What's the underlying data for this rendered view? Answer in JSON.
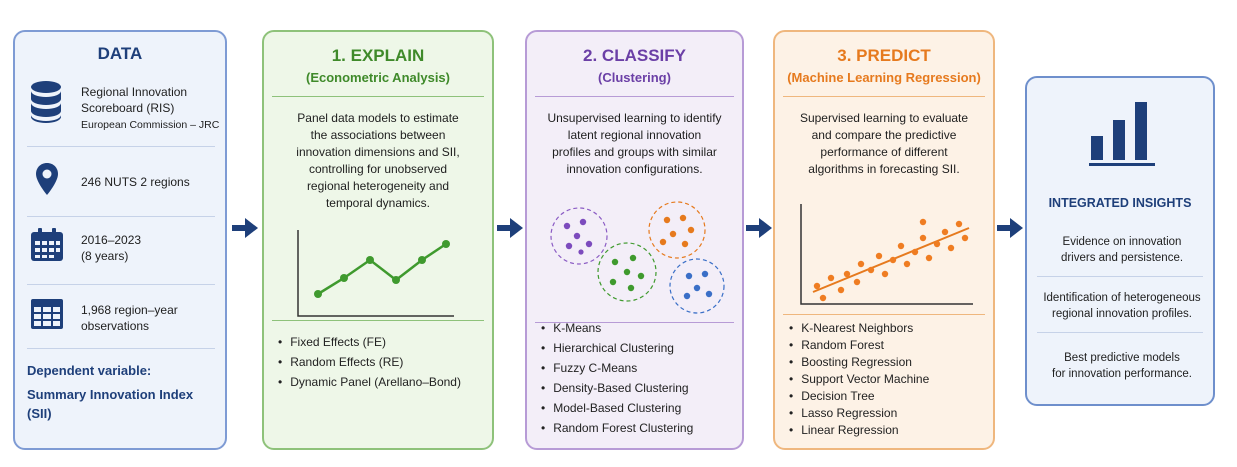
{
  "colors": {
    "data_title": "#1e3f7a",
    "explain": "#3f8a2a",
    "classify": "#6b3fa6",
    "predict": "#e67a1e",
    "insights": "#1e3f7a",
    "arrow": "#1e3f7a"
  },
  "data": {
    "title": "DATA",
    "source_line1": "Regional Innovation",
    "source_line2": "Scoreboard (RIS)",
    "source_org": "European Commission – JRC",
    "regions": "246 NUTS 2 regions",
    "years_line1": "2016–2023",
    "years_line2": "(8 years)",
    "obs_line1": "1,968 region–year",
    "obs_line2": "observations",
    "dep_label": "Dependent variable:",
    "dep_line1": "Summary Innovation Index",
    "dep_line2": "(SII)",
    "icons": [
      "database-icon",
      "location-pin-icon",
      "calendar-icon",
      "table-icon"
    ]
  },
  "explain": {
    "title": "1. EXPLAIN",
    "subtitle": "(Econometric Analysis)",
    "description": [
      "Panel data models to estimate",
      "the associations between",
      "innovation dimensions and SII,",
      "controlling for unobserved",
      "regional heterogeneity and",
      "temporal dynamics."
    ],
    "methods": [
      "Fixed Effects (FE)",
      "Random Effects (RE)",
      "Dynamic Panel (Arellano–Bond)"
    ]
  },
  "classify": {
    "title": "2. CLASSIFY",
    "subtitle": "(Clustering)",
    "description": [
      "Unsupervised learning to identify",
      "latent regional innovation",
      "profiles and groups with similar",
      "innovation configurations."
    ],
    "methods": [
      "K-Means",
      "Hierarchical Clustering",
      "Fuzzy C-Means",
      "Density-Based Clustering",
      "Model-Based Clustering",
      "Random Forest Clustering"
    ]
  },
  "predict": {
    "title": "3. PREDICT",
    "subtitle": "(Machine Learning Regression)",
    "description": [
      "Supervised learning to evaluate",
      "and compare the predictive",
      "performance of different",
      "algorithms in forecasting SII."
    ],
    "methods": [
      "K-Nearest Neighbors",
      "Random Forest",
      "Boosting Regression",
      "Support Vector Machine",
      "Decision Tree",
      "Lasso Regression",
      "Linear Regression"
    ]
  },
  "insights": {
    "title": "INTEGRATED INSIGHTS",
    "items": [
      [
        "Evidence on innovation",
        "drivers and persistence."
      ],
      [
        "Identification of heterogeneous",
        "regional innovation profiles."
      ],
      [
        "Best predictive models",
        "for innovation performance."
      ]
    ]
  }
}
